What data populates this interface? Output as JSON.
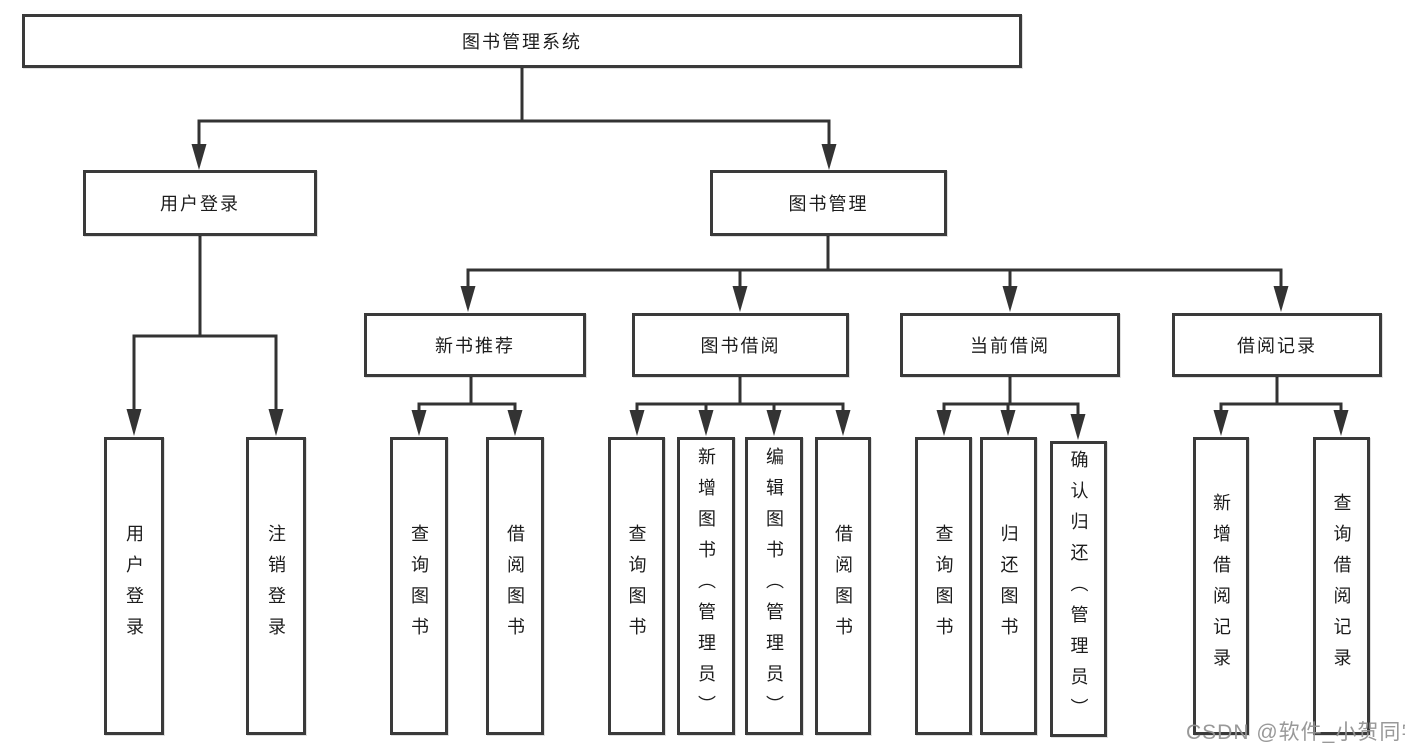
{
  "tree": {
    "label": "图书管理系统",
    "children": [
      {
        "label": "用户登录",
        "children": [
          {
            "label": "用户登录"
          },
          {
            "label": "注销登录"
          }
        ]
      },
      {
        "label": "图书管理",
        "children": [
          {
            "label": "新书推荐",
            "children": [
              {
                "label": "查询图书"
              },
              {
                "label": "借阅图书"
              }
            ]
          },
          {
            "label": "图书借阅",
            "children": [
              {
                "label": "查询图书"
              },
              {
                "label": "新增图书（管理员）"
              },
              {
                "label": "编辑图书（管理员）"
              },
              {
                "label": "借阅图书"
              }
            ]
          },
          {
            "label": "当前借阅",
            "children": [
              {
                "label": "查询图书"
              },
              {
                "label": "归还图书"
              },
              {
                "label": "确认归还（管理员）"
              }
            ]
          },
          {
            "label": "借阅记录",
            "children": [
              {
                "label": "新增借阅记录"
              },
              {
                "label": "查询借阅记录"
              }
            ]
          }
        ]
      }
    ]
  },
  "watermark": {
    "text": "CSDN @软件_小贺同学"
  },
  "colors": {
    "line": "#333333",
    "box_border": "#3a3a3a",
    "box_fill": "#ffffff",
    "text": "#1c1c1c",
    "background": "#ffffff",
    "watermark": "#949494"
  }
}
